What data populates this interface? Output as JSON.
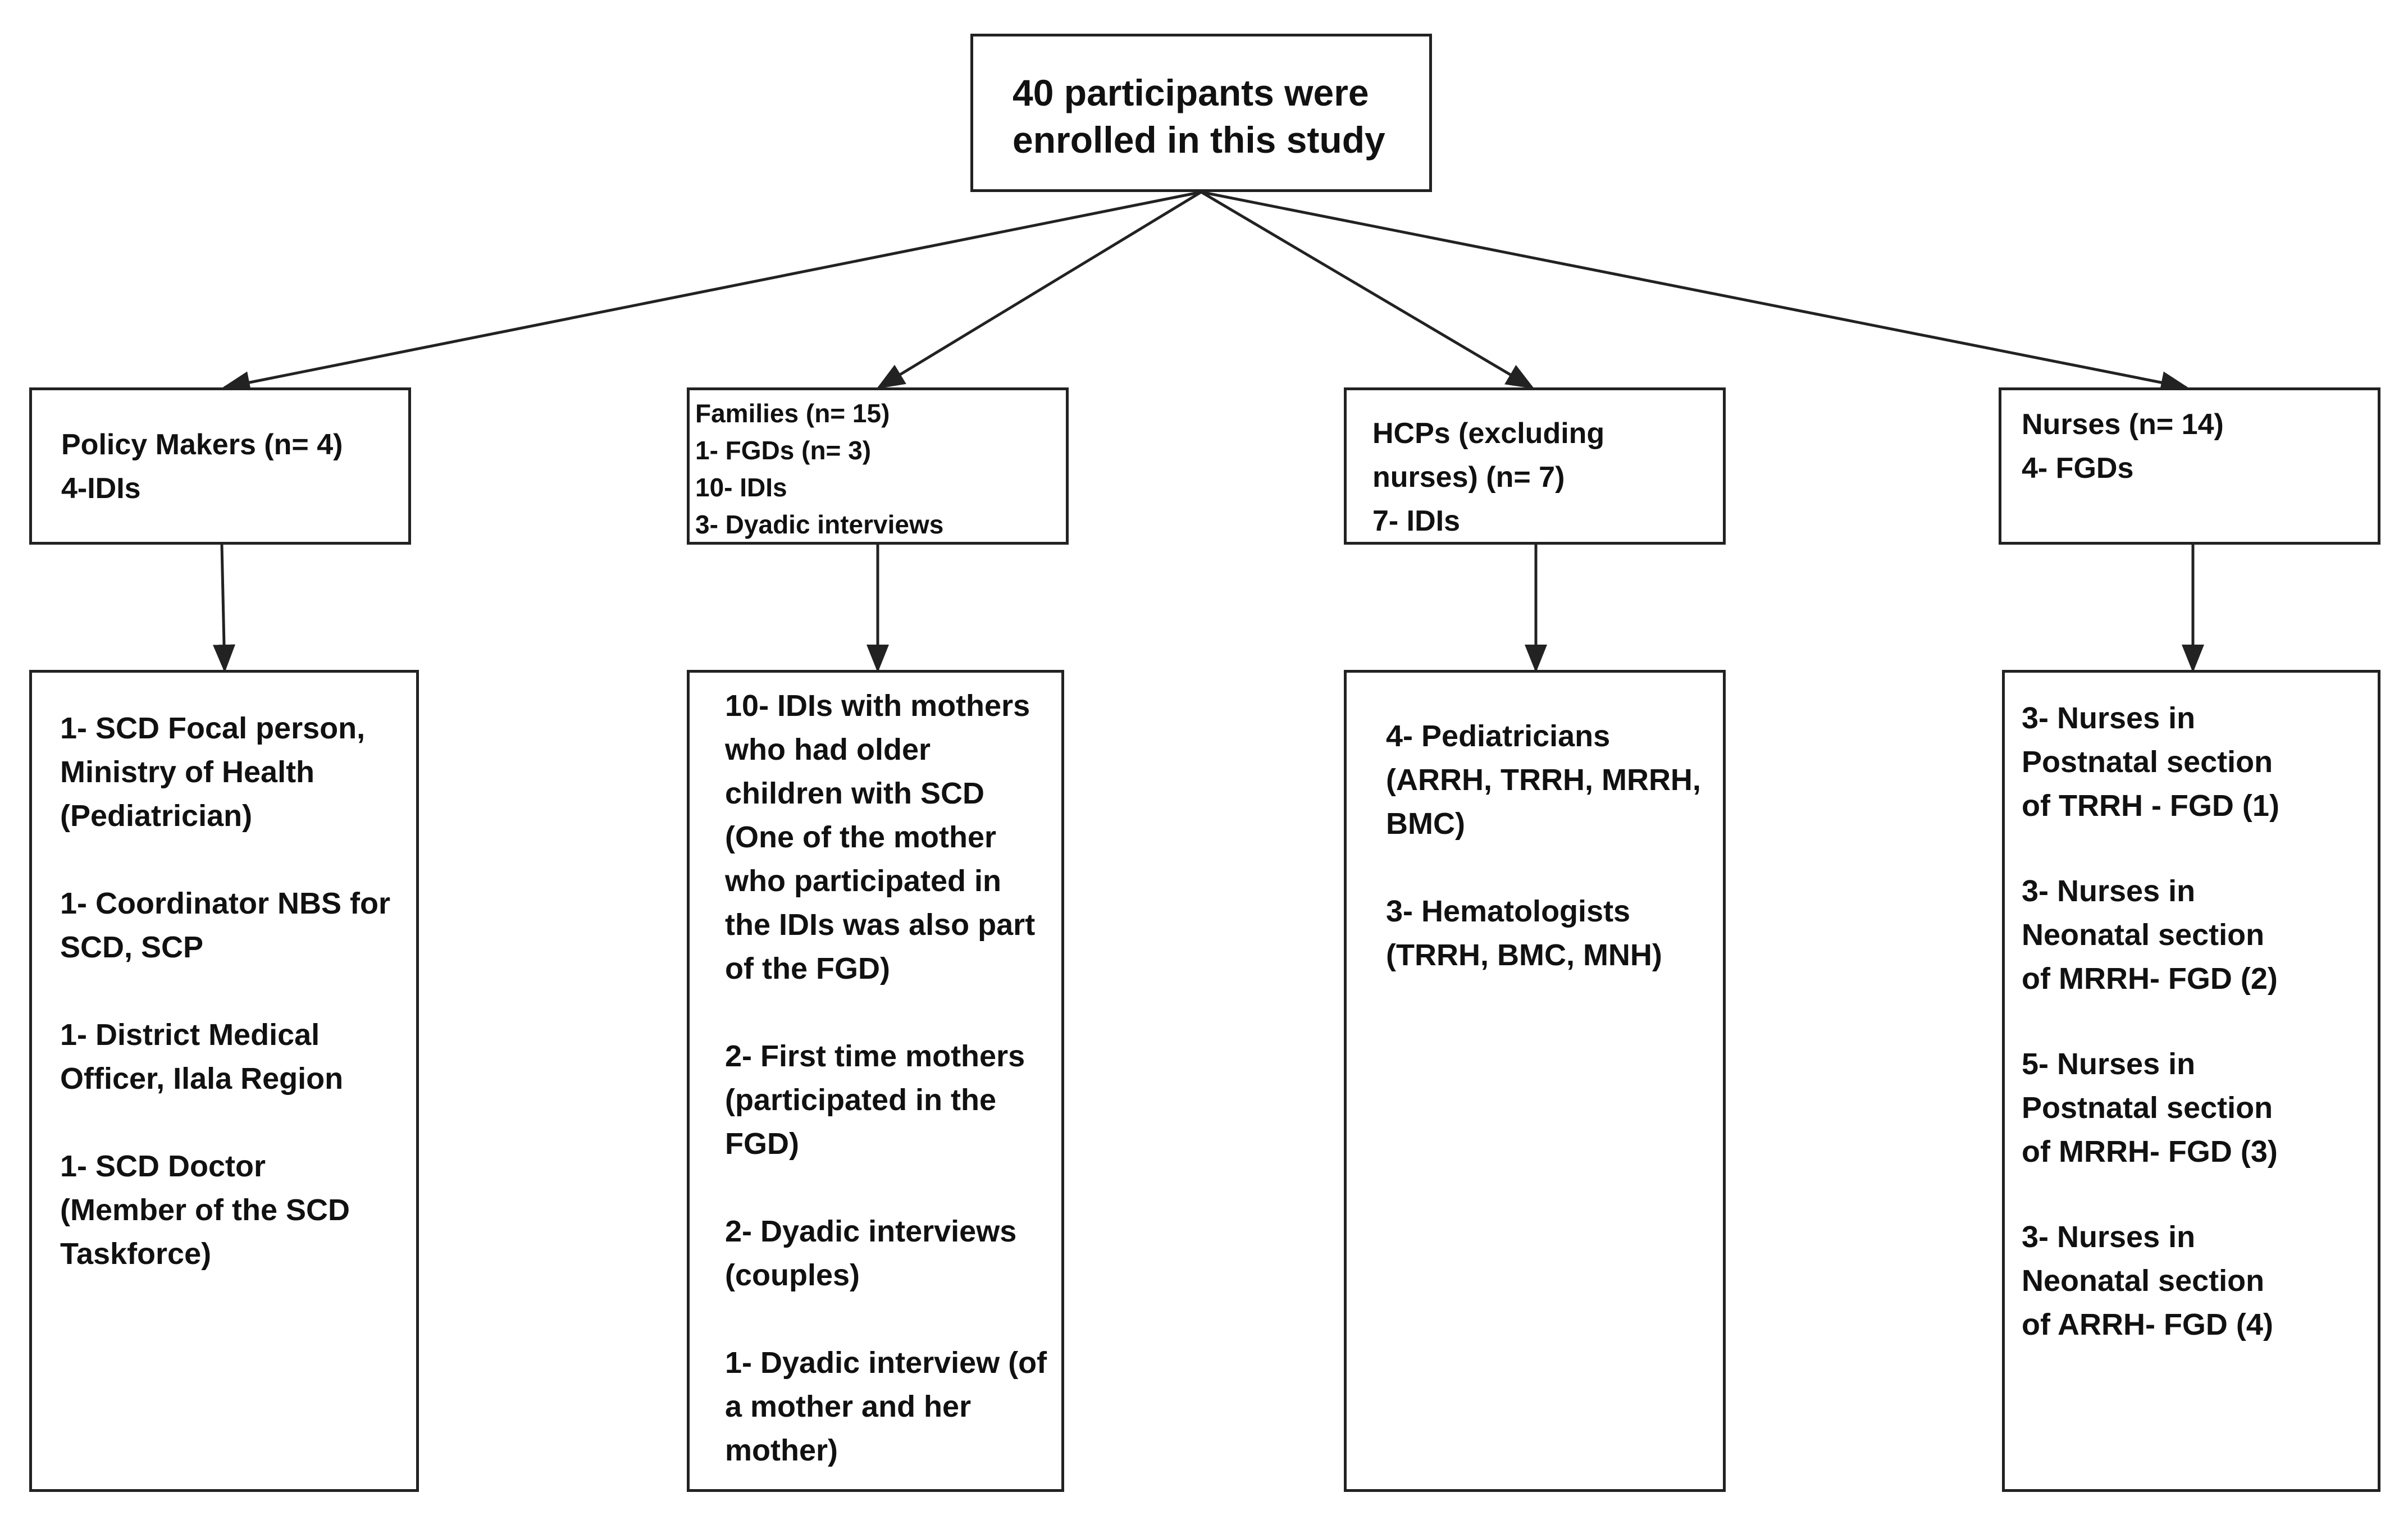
{
  "root": {
    "lines": [
      "40 participants were",
      "enrolled in this study"
    ]
  },
  "categories": [
    {
      "id": "policy",
      "lines": [
        "Policy Makers (n= 4)",
        "4-IDIs"
      ]
    },
    {
      "id": "families",
      "lines": [
        "Families (n= 15)",
        "1- FGDs (n= 3)",
        "10- IDIs",
        "3- Dyadic interviews"
      ]
    },
    {
      "id": "hcps",
      "lines": [
        "HCPs (excluding",
        "nurses)  (n= 7)",
        "7- IDIs"
      ]
    },
    {
      "id": "nurses",
      "lines": [
        "Nurses (n= 14)",
        "4- FGDs"
      ]
    }
  ],
  "details": [
    {
      "id": "policy",
      "paragraphs": [
        [
          "1- SCD Focal person,",
          "Ministry of Health",
          "(Pediatrician)"
        ],
        [
          "1- Coordinator NBS for",
          "SCD, SCP"
        ],
        [
          "1- District Medical",
          "Officer, Ilala Region"
        ],
        [
          "1- SCD Doctor",
          "(Member of the SCD",
          "Taskforce)"
        ]
      ]
    },
    {
      "id": "families",
      "paragraphs": [
        [
          "10- IDIs with mothers",
          "who had older",
          "children with SCD",
          "(One of the mother",
          "who participated in",
          "the IDIs was also part",
          "of the FGD)"
        ],
        [
          "2- First time mothers",
          "(participated in the",
          "FGD)"
        ],
        [
          "2- Dyadic interviews",
          "(couples)"
        ],
        [
          "1- Dyadic interview (of",
          "a mother and her",
          "mother)"
        ]
      ]
    },
    {
      "id": "hcps",
      "paragraphs": [
        [
          "4- Pediatricians",
          "(ARRH, TRRH, MRRH,",
          "BMC)"
        ],
        [
          "3- Hematologists",
          "(TRRH, BMC, MNH)"
        ]
      ]
    },
    {
      "id": "nurses",
      "paragraphs": [
        [
          "3- Nurses  in",
          "Postnatal section",
          "of TRRH - FGD (1)"
        ],
        [
          " 3-  Nurses  in",
          "Neonatal section",
          "of MRRH- FGD (2)"
        ],
        [
          "5- Nurses  in",
          "Postnatal section",
          "of MRRH- FGD (3)"
        ],
        [
          "3- Nurses  in",
          "Neonatal section",
          "of ARRH- FGD (4)"
        ]
      ]
    }
  ]
}
